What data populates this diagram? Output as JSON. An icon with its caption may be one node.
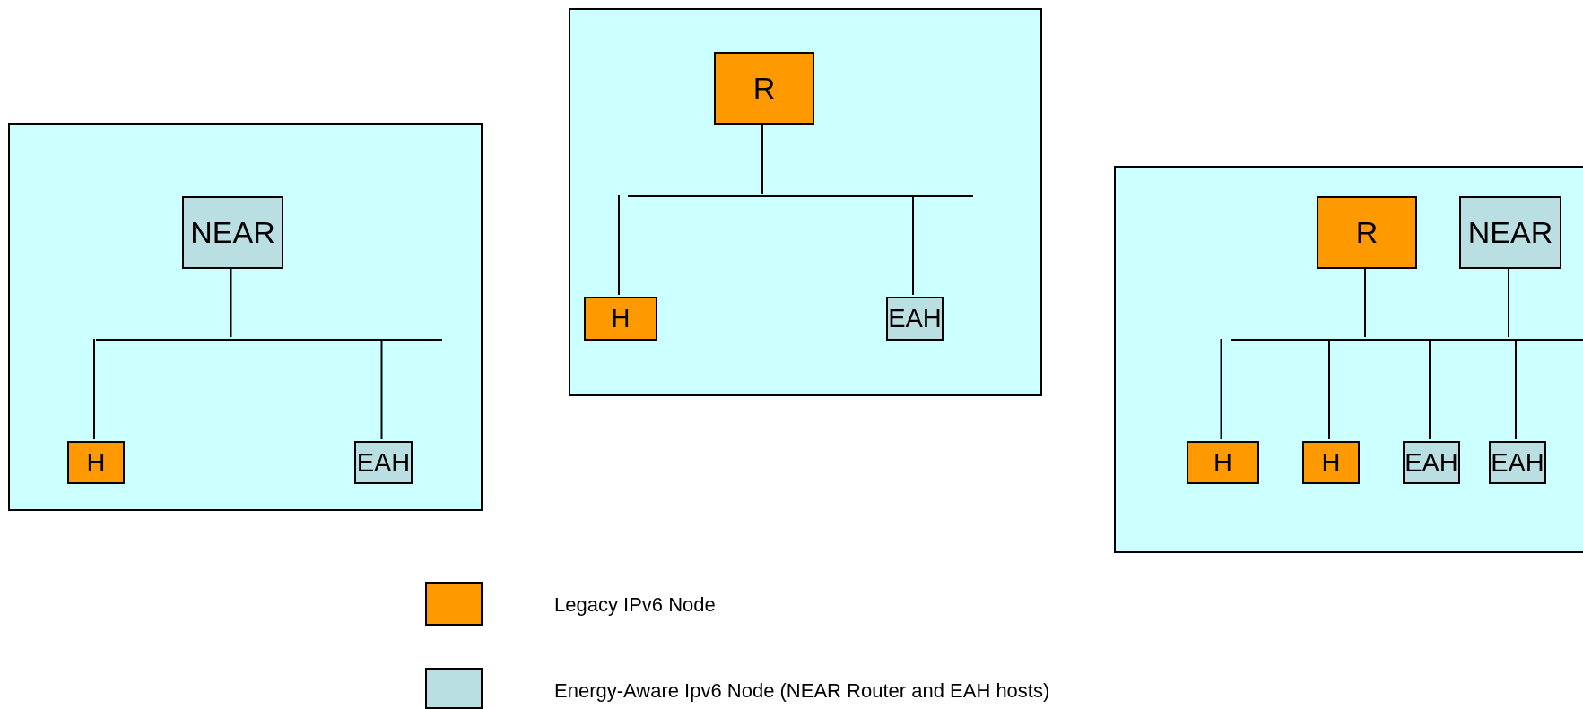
{
  "diagram": {
    "nodes": [
      {
        "text": [],
        "shape": "box"
      },
      {
        "text": [
          "NEAR"
        ],
        "in": 0
      },
      {
        "text": [],
        "shape": "bar",
        "in": 0
      },
      {
        "text": [
          "H"
        ],
        "in": 0
      },
      {
        "text": [
          "EAH"
        ],
        "in": 0
      },
      {
        "text": [],
        "shape": "box"
      },
      {
        "text": [
          "R"
        ],
        "in": 5
      },
      {
        "text": [],
        "shape": "bar",
        "in": 5
      },
      {
        "text": [
          "H"
        ],
        "in": 5
      },
      {
        "text": [
          "EAH"
        ],
        "in": 5
      },
      {
        "text": [],
        "shape": "box"
      },
      {
        "text": [
          "R"
        ],
        "in": 10
      },
      {
        "text": [
          "NEAR"
        ],
        "in": 10
      },
      {
        "text": [],
        "shape": "bar",
        "in": 10
      },
      {
        "text": [
          "H"
        ],
        "in": 10
      },
      {
        "text": [
          "H"
        ],
        "in": 10
      },
      {
        "text": [
          "EAH"
        ],
        "in": 10
      },
      {
        "text": [
          "EAH"
        ],
        "in": 10
      }
    ],
    "edges": [
      {
        "from": 1,
        "to": 2,
        "arrow": "none"
      },
      {
        "from": 2,
        "to": 3,
        "arrow": "none"
      },
      {
        "from": 2,
        "to": 4,
        "arrow": "none"
      },
      {
        "from": 6,
        "to": 7,
        "arrow": "none"
      },
      {
        "from": 7,
        "to": 8,
        "arrow": "none"
      },
      {
        "from": 7,
        "to": 9,
        "arrow": "none"
      },
      {
        "from": 11,
        "to": 13,
        "arrow": "none"
      },
      {
        "from": 12,
        "to": 13,
        "arrow": "none"
      },
      {
        "from": 13,
        "to": 14,
        "arrow": "none"
      },
      {
        "from": 13,
        "to": 15,
        "arrow": "none"
      },
      {
        "from": 13,
        "to": 16,
        "arrow": "none"
      },
      {
        "from": 13,
        "to": 17,
        "arrow": "none"
      }
    ],
    "legend": [
      {
        "text": "Legacy IPv6 Node",
        "color": "#ff9900"
      },
      {
        "text": "Energy-Aware Ipv6 Node (NEAR Router and EAH hosts)",
        "color": "#b9dfe3"
      }
    ]
  }
}
